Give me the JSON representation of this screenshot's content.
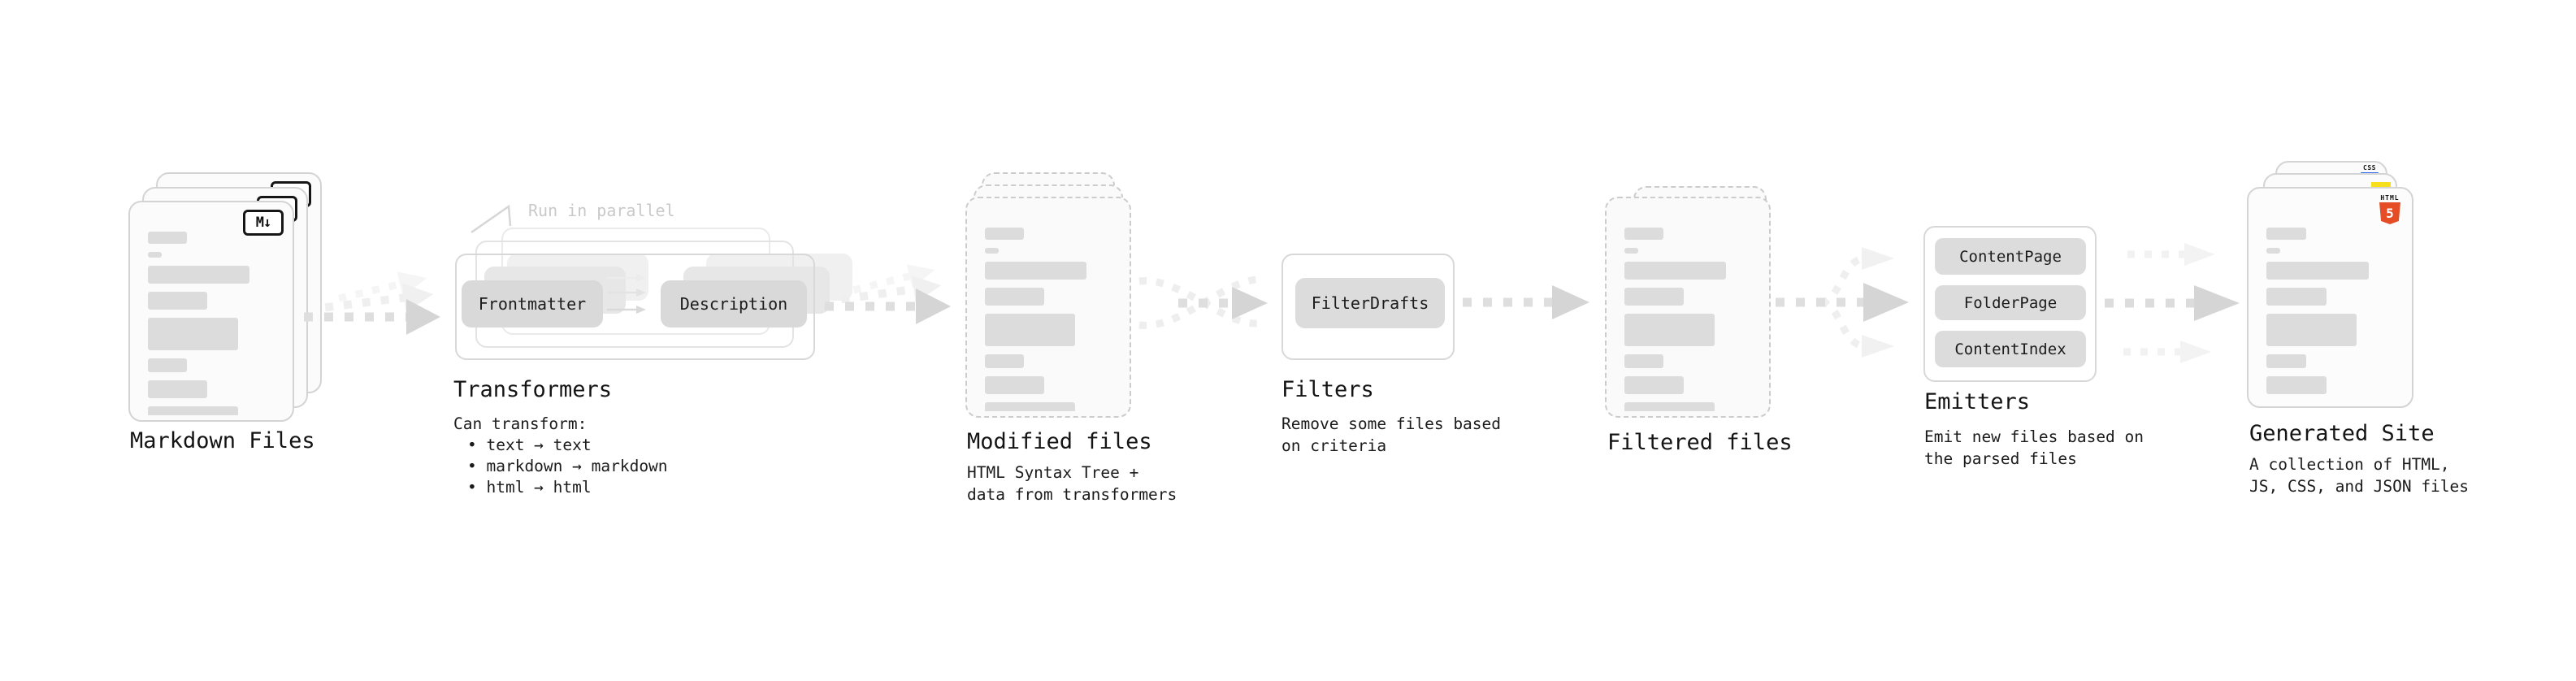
{
  "ghost_label": "Run in parallel",
  "stages": {
    "markdown": {
      "title": "Markdown Files",
      "icon": "M↓"
    },
    "transformers": {
      "title": "Transformers",
      "subtitle": "Can transform:",
      "bullets": [
        "• text → text",
        "• markdown → markdown",
        "• html → html"
      ],
      "buttons": [
        "Frontmatter",
        "Description"
      ]
    },
    "modified": {
      "title": "Modified files",
      "subtitle": "HTML Syntax Tree +\ndata from transformers"
    },
    "filters": {
      "title": "Filters",
      "subtitle": "Remove some files based\non criteria",
      "buttons": [
        "FilterDrafts"
      ]
    },
    "filtered": {
      "title": "Filtered files"
    },
    "emitters": {
      "title": "Emitters",
      "subtitle": "Emit new files based on\nthe parsed files",
      "buttons": [
        "ContentPage",
        "FolderPage",
        "ContentIndex"
      ]
    },
    "generated": {
      "title": "Generated Site",
      "subtitle": "A collection of HTML,\nJS, CSS, and JSON files",
      "icons": {
        "html5_word": "HTML",
        "html5_number": "5",
        "css_word": "CSS",
        "html5_color": "#e44d26",
        "js_color": "#f7df1e",
        "css_color": "#2f6bf2"
      }
    }
  },
  "doc_lines": {
    "widths_pct": [
      31,
      11,
      80,
      47,
      71,
      31,
      47,
      71
    ],
    "heights": [
      15,
      7,
      22,
      22,
      40,
      17,
      22,
      17
    ]
  }
}
